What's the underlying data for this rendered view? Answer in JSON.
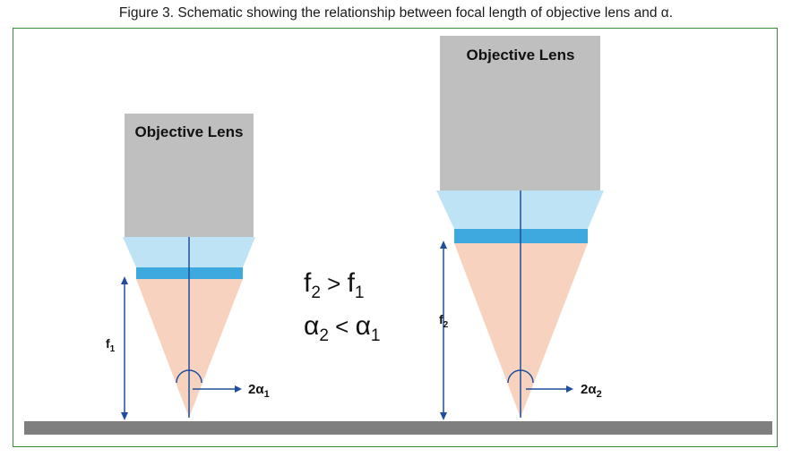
{
  "caption": "Figure 3. Schematic showing the relationship between focal length of objective lens and α.",
  "left_lens": {
    "label": "Objective Lens",
    "focal_label": "f",
    "focal_sub": "1",
    "angle_label": "2α",
    "angle_sub": "1"
  },
  "right_lens": {
    "label": "Objective Lens",
    "focal_label": "f",
    "focal_sub": "2",
    "angle_label": "2α",
    "angle_sub": "2"
  },
  "relations": {
    "line1": {
      "a": "f",
      "a_sub": "2",
      "op": " > ",
      "b": "f",
      "b_sub": "1"
    },
    "line2": {
      "a": "α",
      "a_sub": "2",
      "op": " < ",
      "b": "α",
      "b_sub": "1"
    }
  },
  "colors": {
    "lens_body": "#bfbfbf",
    "lens_light": "#bde3f5",
    "lens_band": "#3ea9df",
    "cone": "#f7d3bf",
    "axis_line": "#1f4e9c",
    "stage": "#7f7f7f",
    "frame": "#3a8a3a"
  }
}
